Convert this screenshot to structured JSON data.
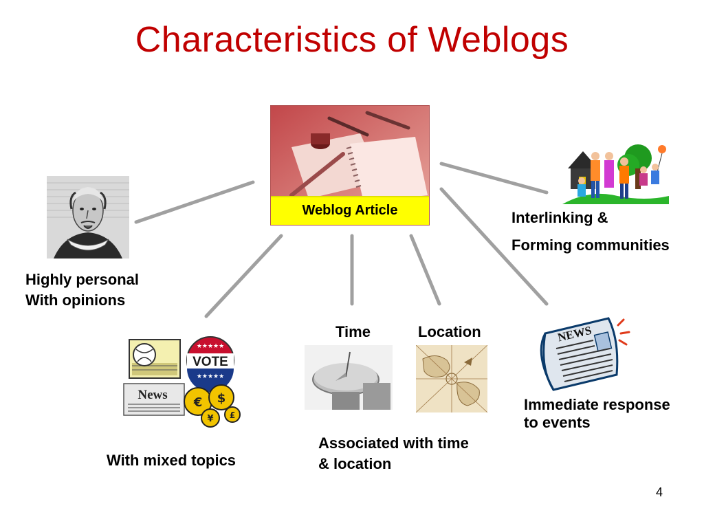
{
  "slide": {
    "title": "Characteristics of Weblogs",
    "page_number": "4"
  },
  "center": {
    "label": "Weblog Article"
  },
  "nodes": {
    "personal": {
      "line1": "Highly personal",
      "line2": "With opinions"
    },
    "community": {
      "line1": "Interlinking &",
      "line2": "Forming communities"
    },
    "topics": {
      "line1": "With mixed topics",
      "vote_text": "VOTE",
      "news_text": "News"
    },
    "time": {
      "label": "Time"
    },
    "location": {
      "label": "Location"
    },
    "time_location": {
      "line1": "Associated with time",
      "line2": "& location"
    },
    "events": {
      "line1": "Immediate response",
      "line2": "to events",
      "news_text": "NEWS"
    }
  },
  "colors": {
    "title": "#c00000",
    "connector": "#a0a0a0",
    "label_bg": "#ffff00"
  }
}
